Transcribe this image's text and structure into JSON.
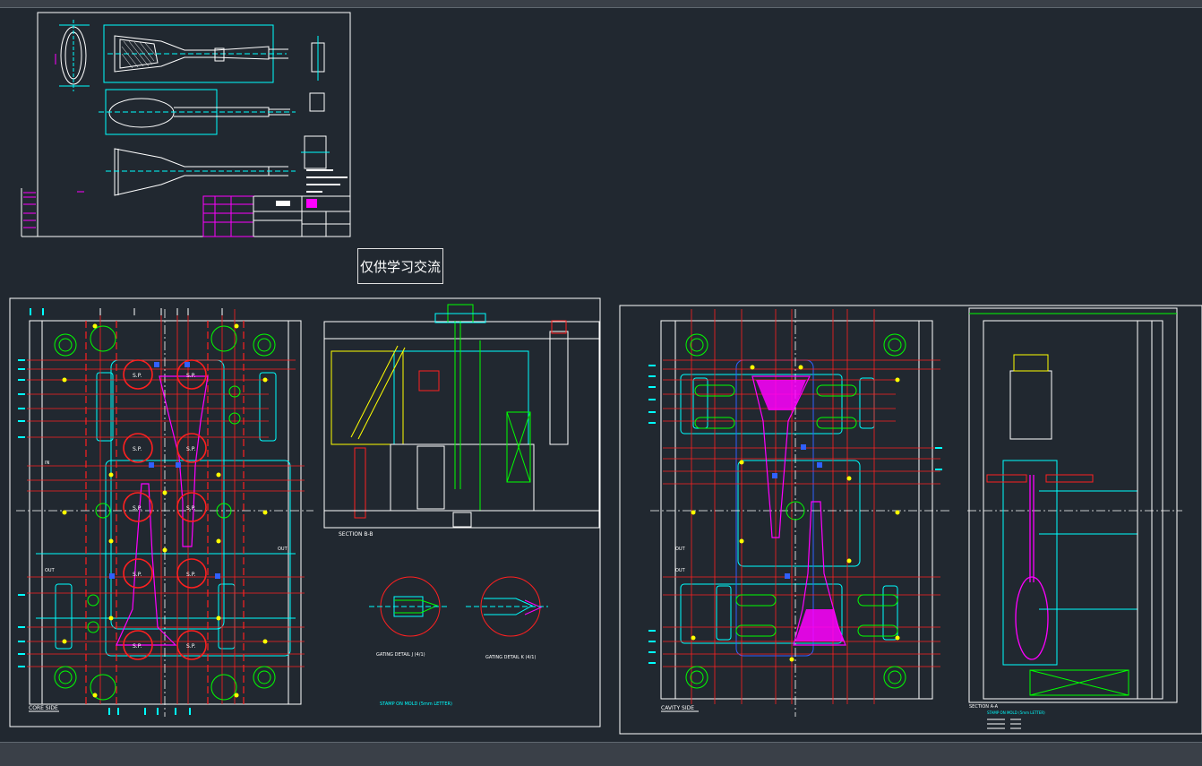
{
  "watermark": "仅供学习交流",
  "labels": {
    "core_side": "CORE SIDE",
    "cavity_side": "CAVITY SIDE",
    "section_bb": "SECTION B-B",
    "section_aa": "SECTION A-A",
    "stamp_note": "STAMP ON MOLD (5mm LETTER)",
    "stamp_note_right": "STAMP ON MOLD (5mm LETTER)",
    "gating_detail_j": "GATING DETAIL J (4/1)",
    "gating_detail_k": "GATING DETAIL K (4/1)",
    "sp": "S.P.",
    "out": "OUT",
    "in": "IN"
  },
  "colors": {
    "background": "#212830",
    "frame": "#ffffff",
    "cyan": "#00ffff",
    "green": "#00ff00",
    "red": "#ff2020",
    "yellow": "#ffff00",
    "magenta": "#ff00ff",
    "blue": "#3060ff"
  }
}
